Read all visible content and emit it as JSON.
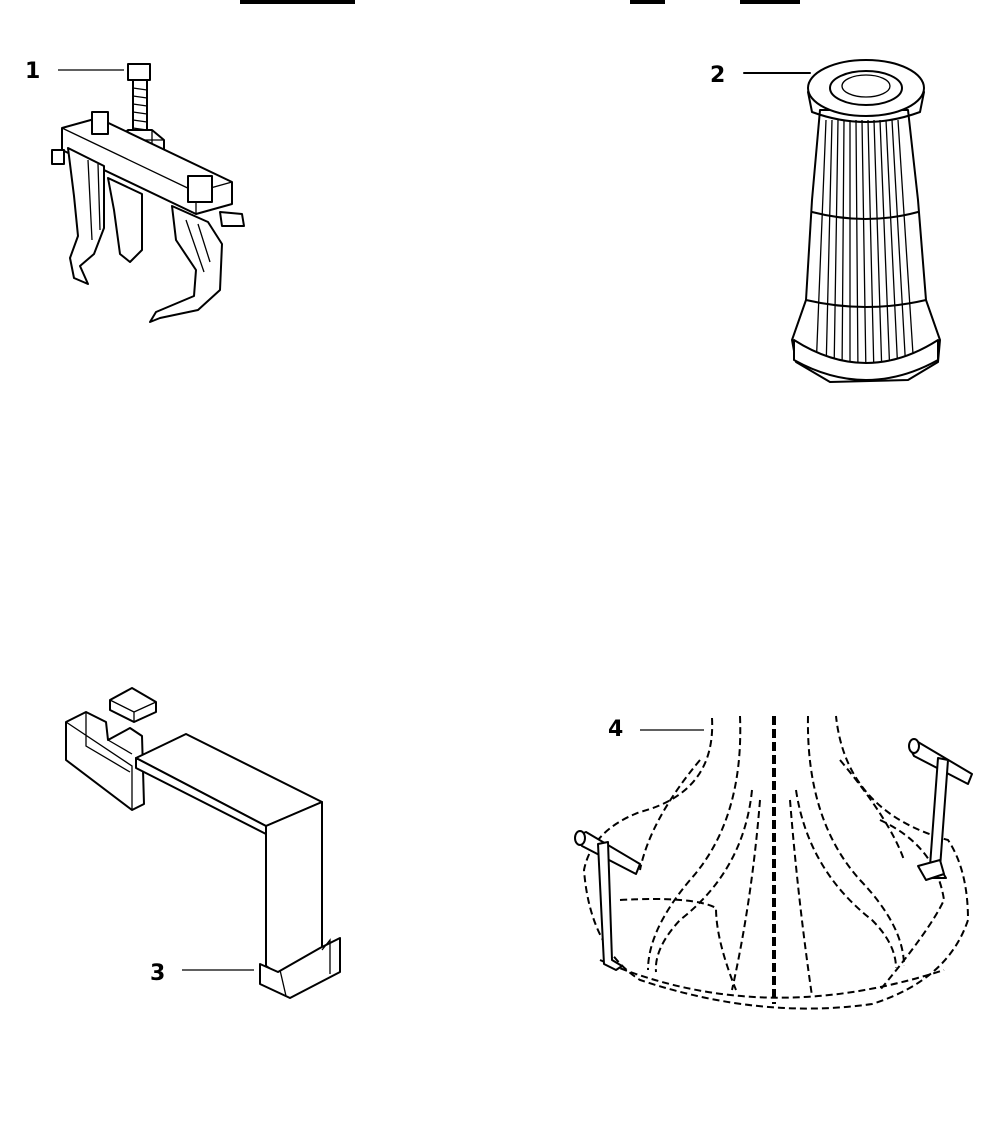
{
  "header": {
    "left_text": "",
    "right_text": ""
  },
  "parts": [
    {
      "callout": "1",
      "icon": "gear-puller-icon"
    },
    {
      "callout": "2",
      "icon": "filter-cartridge-icon"
    },
    {
      "callout": "3",
      "icon": "mounting-bracket-icon"
    },
    {
      "callout": "4",
      "icon": "hood-with-clamps-icon"
    }
  ]
}
